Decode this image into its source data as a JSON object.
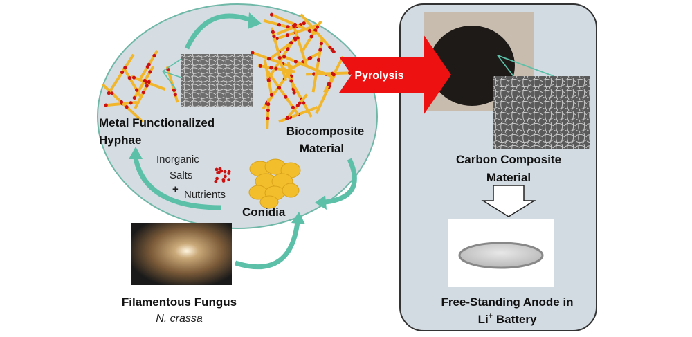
{
  "left": {
    "hyphae_label": [
      "Metal Functionalized",
      "Hyphae"
    ],
    "biocomposite_label": [
      "Biocomposite",
      "Material"
    ],
    "inorganic_label": [
      "Inorganic",
      "Salts"
    ],
    "plus": "+",
    "nutrients_label": "Nutrients",
    "conidia_label": "Conidia",
    "fungus_label": "Filamentous Fungus",
    "species_label": "N. crassa"
  },
  "arrow": {
    "label": "Pyrolysis"
  },
  "right": {
    "carbon_label": [
      "Carbon Composite",
      "Material"
    ],
    "anode_label": [
      "Free-Standing Anode in",
      "Li",
      "+",
      " Battery"
    ]
  },
  "colors": {
    "circle_fill": "#d5dde3",
    "circle_stroke": "#6fb8a8",
    "teal": "#5cbfa8",
    "arrow_red": "#ee1111",
    "hypha": "#f2b62c",
    "metal_dot": "#cc1111",
    "panel_fill": "#d3dbe2"
  }
}
